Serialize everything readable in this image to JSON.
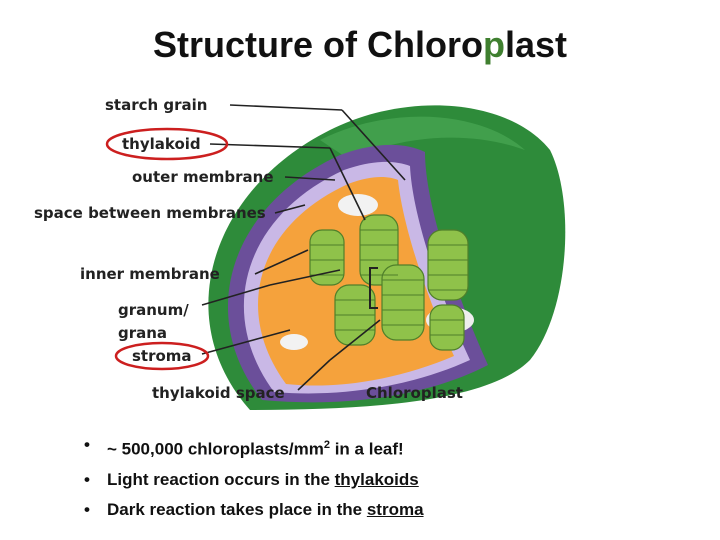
{
  "slide": {
    "title": {
      "text_a": "Structure of ",
      "text_b": "Chloro",
      "text_accent": "p",
      "text_c": "last"
    },
    "colors": {
      "outer_green": "#2e8b3a",
      "membrane_purple": "#6b4f9a",
      "stroma_orange": "#f5a23c",
      "thylakoid_green": "#8fc24a",
      "highlight_red": "#cc1f1f"
    },
    "diagram": {
      "labels": {
        "starch_grain": "starch grain",
        "thylakoid": "thylakoid",
        "outer_membrane": "outer membrane",
        "space_between": "space between membranes",
        "inner_membrane": "inner membrane",
        "granum_1": "granum/",
        "granum_2": "grana",
        "stroma": "stroma",
        "thylakoid_space": "thylakoid space",
        "chloroplast": "Chloroplast"
      }
    },
    "bullets": [
      {
        "pre": "~ 500,000 chloroplasts/mm",
        "sup": "2",
        "post": " in a leaf!"
      },
      {
        "pre": "Light reaction occurs in the ",
        "u": "thylakoids"
      },
      {
        "pre": "Dark reaction takes place in the ",
        "u": "stroma"
      }
    ]
  }
}
